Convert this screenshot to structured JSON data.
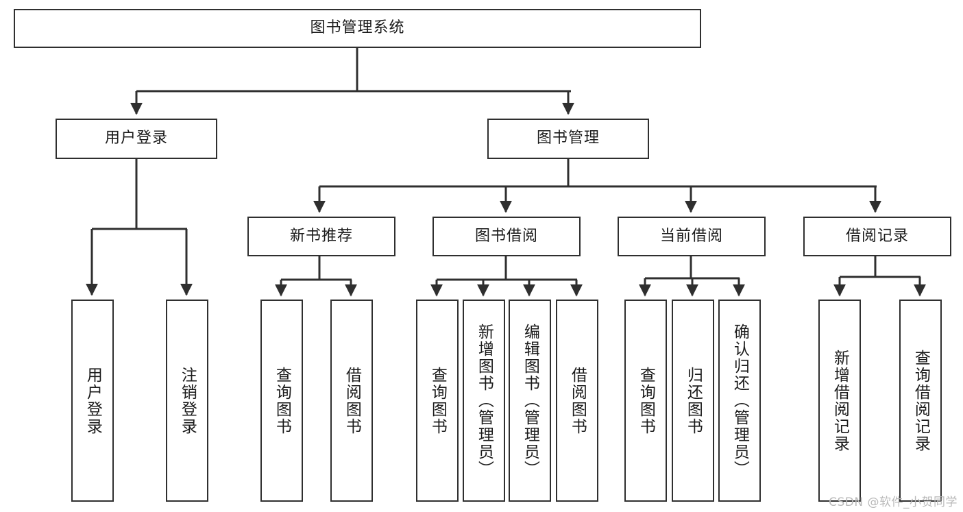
{
  "diagram": {
    "title_node": {
      "label": "图书管理系统"
    },
    "level1": [
      {
        "id": "user-login",
        "label": "用户登录"
      },
      {
        "id": "book-management",
        "label": "图书管理"
      }
    ],
    "level2": [
      {
        "id": "new-book-recommend",
        "label": "新书推荐"
      },
      {
        "id": "book-borrow",
        "label": "图书借阅"
      },
      {
        "id": "current-borrow",
        "label": "当前借阅"
      },
      {
        "id": "borrow-record",
        "label": "借阅记录"
      }
    ],
    "leaves": [
      {
        "id": "leaf-user-login",
        "label": "用户登录"
      },
      {
        "id": "leaf-user-logout",
        "label": "注销登录"
      },
      {
        "id": "leaf-query-book-1",
        "label": "查询图书"
      },
      {
        "id": "leaf-borrow-book-1",
        "label": "借阅图书"
      },
      {
        "id": "leaf-query-book-2",
        "label": "查询图书"
      },
      {
        "id": "leaf-add-book",
        "label": "新增图书（管理员）"
      },
      {
        "id": "leaf-edit-book",
        "label": "编辑图书（管理员）"
      },
      {
        "id": "leaf-borrow-book-2",
        "label": "借阅图书"
      },
      {
        "id": "leaf-query-book-3",
        "label": "查询图书"
      },
      {
        "id": "leaf-return-book",
        "label": "归还图书"
      },
      {
        "id": "leaf-confirm-return",
        "label": "确认归还（管理员）"
      },
      {
        "id": "leaf-add-record",
        "label": "新增借阅记录"
      },
      {
        "id": "leaf-query-record",
        "label": "查询借阅记录"
      }
    ],
    "watermark": "CSDN @软件_小贺同学",
    "colors": {
      "stroke": "#2f2f2f",
      "fill": "#ffffff",
      "text": "#1b1b1b",
      "watermark": "#b9b9b9"
    }
  }
}
